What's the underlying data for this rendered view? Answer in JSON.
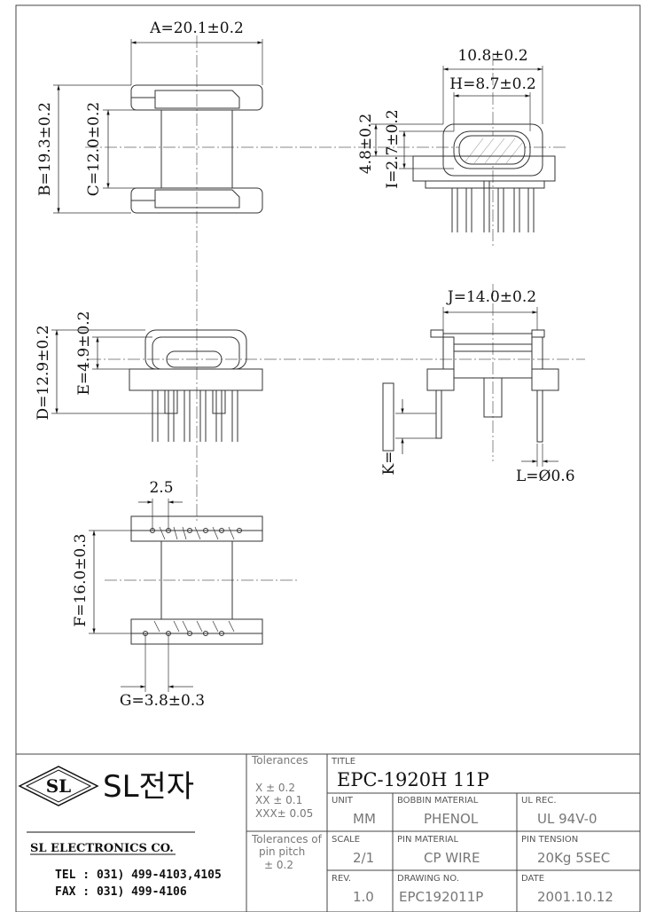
{
  "dimensions": {
    "a": "A=20.1±0.2",
    "b": "B=19.3±0.2",
    "c": "C=12.0±0.2",
    "w108": "10.8±0.2",
    "h": "H=8.7±0.2",
    "d48": "4.8±0.2",
    "i": "I=2.7±0.2",
    "d": "D=12.9±0.2",
    "e": "E=4.9±0.2",
    "j": "J=14.0±0.2",
    "k": "K=",
    "l": "L=Ø0.6",
    "pitch": "2.5",
    "f": "F=16.0±0.3",
    "g": "G=3.8±0.3"
  },
  "company": {
    "logo": "SL",
    "name_korean": "SL전자",
    "name_english": "SL ELECTRONICS CO.",
    "tel": "TEL : 031) 499-4103,4105",
    "fax": "FAX : 031) 499-4106"
  },
  "tolerances": {
    "header": "Tolerances",
    "x": "X   ± 0.2",
    "xx": "XX   ± 0.1",
    "xxx": "XXX± 0.05",
    "pin_header_1": "Tolerances of",
    "pin_header_2": "pin pitch",
    "pin_value": "± 0.2"
  },
  "title_block": {
    "title_label": "TITLE",
    "title": "EPC-1920H 11P",
    "unit_label": "UNIT",
    "unit": "MM",
    "bobbin_label": "BOBBIN MATERIAL",
    "bobbin": "PHENOL",
    "ul_label": "UL REC.",
    "ul": "UL 94V-0",
    "scale_label": "SCALE",
    "scale": "2/1",
    "pin_mat_label": "PIN MATERIAL",
    "pin_mat": "CP WIRE",
    "tension_label": "PIN TENSION",
    "tension": "20Kg 5SEC",
    "rev_label": "REV.",
    "rev": "1.0",
    "dwg_label": "DRAWING NO.",
    "dwg": "EPC192011P",
    "date_label": "DATE",
    "date": "2001.10.12"
  }
}
